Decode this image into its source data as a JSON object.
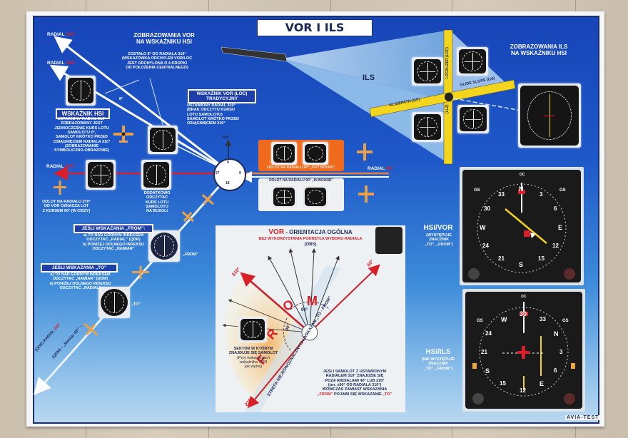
{
  "poster": {
    "title": "VOR I ILS",
    "brand": "AVIA-TEST"
  },
  "vor_hsi": {
    "heading_line1": "ZOBRAZOWANIA VOR",
    "heading_line2": "NA WSKAŹNIKU HSI",
    "radial_310_prefix": "RADIAL",
    "radial_310_value": "310°",
    "radial_302_prefix": "RADIAL",
    "radial_302_value": "302°",
    "deviation_note": [
      "ZOSTAŁO 8° DO RADIALA 310°",
      "(WSKAZÓWKA ODCHYLEŃ VOR/LOC",
      "JEST ODCHYLONA O 4 KROPKI",
      "OD POŁOŻENIA CENTRALNEGO)"
    ],
    "angle_label": "8°"
  },
  "hsi_box": {
    "label": "WSKAŹNIK HSI",
    "notes": [
      "USTAWIONY RADIAL 310°",
      "ZOBRAZOWANY JEST",
      "JEDNOCZEŚNIE KURS LOTU",
      "SAMOLOTU 0°,",
      "SAMOLOT KRÓTKO PRZED",
      "OSIĄGNIĘCIEM RADIALA 310°",
      "(ZOBRAZOWANIE",
      "SYMBOLICZNO-OBRAZOWE)"
    ]
  },
  "vor_traditional": {
    "label_line1": "WSKAŹNIK VOR (LOC)",
    "label_line2": "TRADYCYJNY",
    "notes": [
      "USTAWIONY RADIAL 310°",
      "(BRAK ODCZYTU KURSU",
      "LOTU SAMOLOTU)",
      "SAMOLOT KRÓTKO PRZED",
      "OSIĄGNIĘCIEM 310°"
    ]
  },
  "radial_270": {
    "prefix": "RADIAL",
    "value": "270°",
    "note": [
      "ODLOT NA RADIALU 270°",
      "OD VOR OZNACZA LOT",
      "Z KURSEM 90° (W CISZY)"
    ],
    "compass_note": [
      "DODATKOWO",
      "ODCZYTAĆ",
      "KURS LOTU",
      "SAMOLOTU",
      "NA BUSOLI"
    ]
  },
  "compass_rose": {
    "north_label": "NM",
    "marks": [
      "0",
      "9",
      "18",
      "27"
    ]
  },
  "radial_90": {
    "prefix": "RADIAL",
    "value": "90°",
    "outbound_label": "ODLOT NA RADIALU 90° „OUT BOUND”",
    "inbound_label": "DOLOT NA RADIALU 90° „IN BOUND”"
  },
  "from_box": {
    "label": "JEŚLI WSKAZANIA „FROM”:",
    "notes": [
      "a) TO NAD GÓRNYM INDEKSEM",
      "ODCZYTAĆ „RADIAL” (QDR)",
      "b) PONIŻEJ DOLNEGO INDEKSU",
      "ODCZYTAĆ „NAMIAR”"
    ],
    "instrument_tag": "„FROM”"
  },
  "to_box": {
    "label": "JEŚLI WSKAZANIA „TO”",
    "notes": [
      "a) TO NAD GÓRNYM INDEKSEM",
      "ODCZYTAĆ „NAMIAR” (QDM)",
      "b) PONIŻEJ DOLNEGO INDEKSU",
      "ODCZYTAĆ „RADIAL”"
    ],
    "instrument_tag": "„TO”"
  },
  "radial_220": {
    "qdr_prefix": "(QDR) RADIAL",
    "qdr_value": "220°",
    "qdm_text": "(QDM) – „Namiar 40°” –"
  },
  "vor_orientation": {
    "title_red": "VOR",
    "title_rest": " - ORIENTACJA OGÓLNA",
    "subtitle": "BEZ WYKORZYSTANIA POKRĘTŁA WYBORU RADIALA",
    "subtitle2": "(OBS)",
    "angle_310": "310°",
    "angle_40": "40°",
    "angle_220": "220°",
    "arc_90a": "90°",
    "arc_90b": "90°",
    "from_letters": [
      "F",
      "R",
      "O",
      "M"
    ],
    "ambiguous_zone": "STREFA NIEJEDNOZNACZNYCH WSKAZAŃ „TO - FROM”",
    "sector_note": [
      "SEKTOR W KTÓRYM",
      "ZNAJDUJE SIĘ SAMOLOT",
      "(Przy wskazaniach",
      "wskaźnika VOR",
      "jak wyżej)"
    ],
    "bottom_note": [
      "JEŚLI SAMOLOT Z USTAWIONYM",
      "RADIALEM 310° ZNAJDZIE SIĘ",
      "POZA RADIALAMI 40° LUB 220°",
      "(tzn. ±90° OD RADIALA 310°)",
      "WÓWCZAS ZAMIAST WSKAZANIA"
    ],
    "bottom_note_last_from": "„FROM”",
    "bottom_note_last_mid": " POJAWI SIĘ WSKAZANIE ",
    "bottom_note_last_to": "„TO”"
  },
  "ils": {
    "label": "ILS",
    "localizer": "LOCALIZER (LOC)",
    "loc_short": "(LLZ)",
    "glide_slope": "GLIDE SLOPE (GS)",
    "glidepath": "GLIDEPATH (GP)",
    "hsi_heading_line1": "ZOBRAZOWANIA ILS",
    "hsi_heading_line2": "NA WSKAŹNIKU HSI"
  },
  "hsi_vor_panel": {
    "label": "HSI/VOR",
    "notes": [
      "(WYSTĘPUJE",
      "ZNACZNIK",
      "„TO”, „FROM”)"
    ],
    "dial_marks": [
      "N",
      "3",
      "6",
      "E",
      "12",
      "15",
      "S",
      "21",
      "24",
      "W",
      "30",
      "33"
    ],
    "gs_label": "GS",
    "top_label": "OC"
  },
  "hsi_ils_panel": {
    "label": "HSI/ILS",
    "notes": [
      "(NIE WYSTĘPUJE",
      "ZNACZNIK",
      "„TO”, „FROM”)"
    ],
    "dial_marks": [
      "30",
      "33",
      "N",
      "3",
      "6",
      "E",
      "12",
      "15",
      "S",
      "21",
      "24",
      "W"
    ],
    "gs_label": "GS",
    "top_label": "OC"
  },
  "colors": {
    "board_blue": "#1e58c8",
    "title_navy": "#1b2a55",
    "accent_red": "#d8202a",
    "ils_yellow": "#f2d51c",
    "orange_panel": "#f06a1e"
  }
}
